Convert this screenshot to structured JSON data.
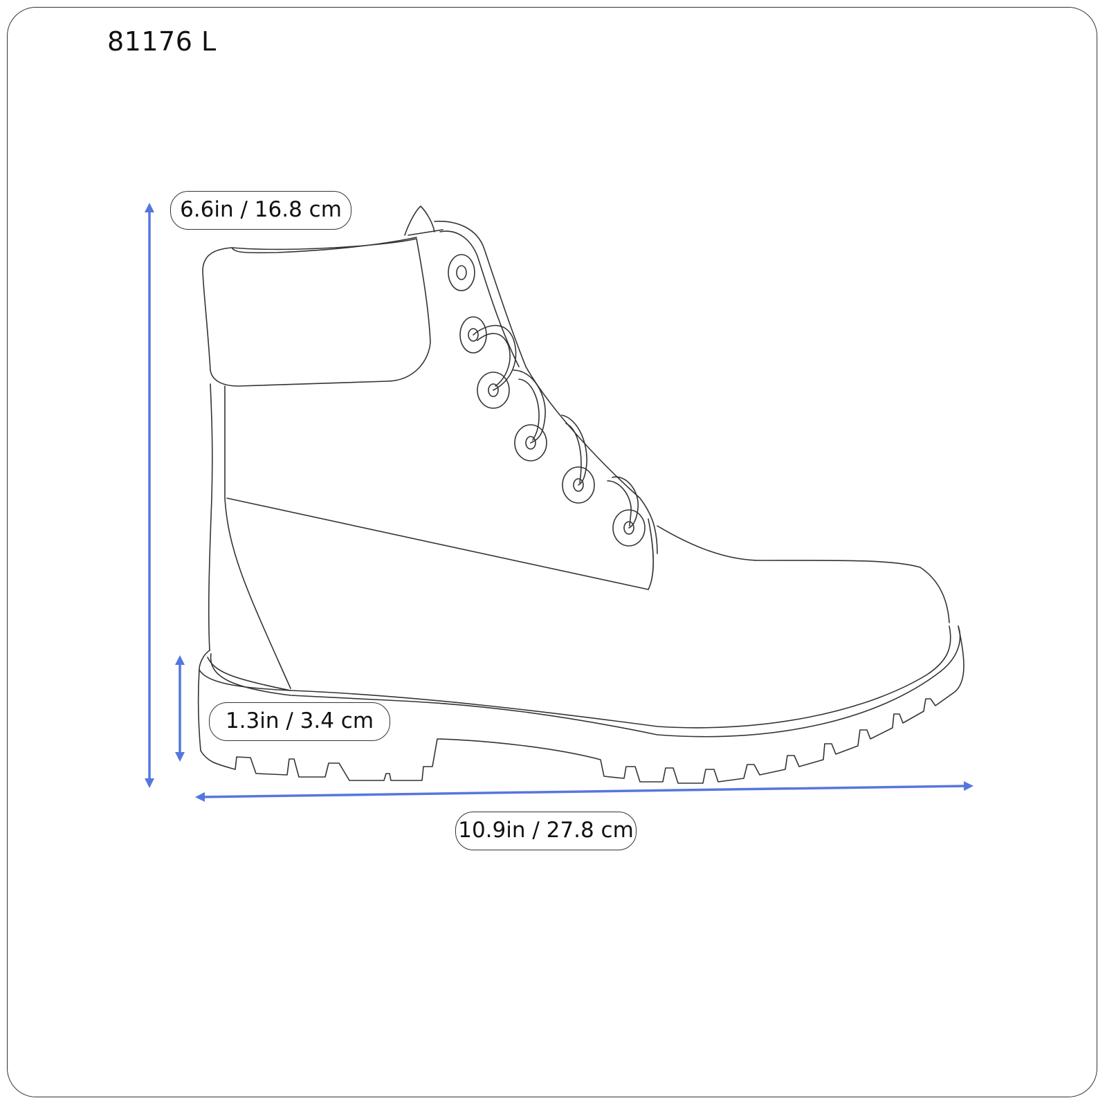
{
  "product": {
    "code": "81176 L"
  },
  "dimensions": {
    "height": {
      "label": "6.6in / 16.8 cm",
      "inches": 6.6,
      "cm": 16.8
    },
    "sole_height": {
      "label": "1.3in / 3.4 cm",
      "inches": 1.3,
      "cm": 3.4
    },
    "length": {
      "label": "10.9in / 27.8 cm",
      "inches": 10.9,
      "cm": 27.8
    }
  },
  "colors": {
    "arrow": "#5577dd",
    "outline": "#333333",
    "background": "#ffffff"
  },
  "icons": {
    "boot": "boot-line-drawing",
    "arrows": [
      "height-arrow",
      "sole-height-arrow",
      "length-arrow"
    ]
  }
}
